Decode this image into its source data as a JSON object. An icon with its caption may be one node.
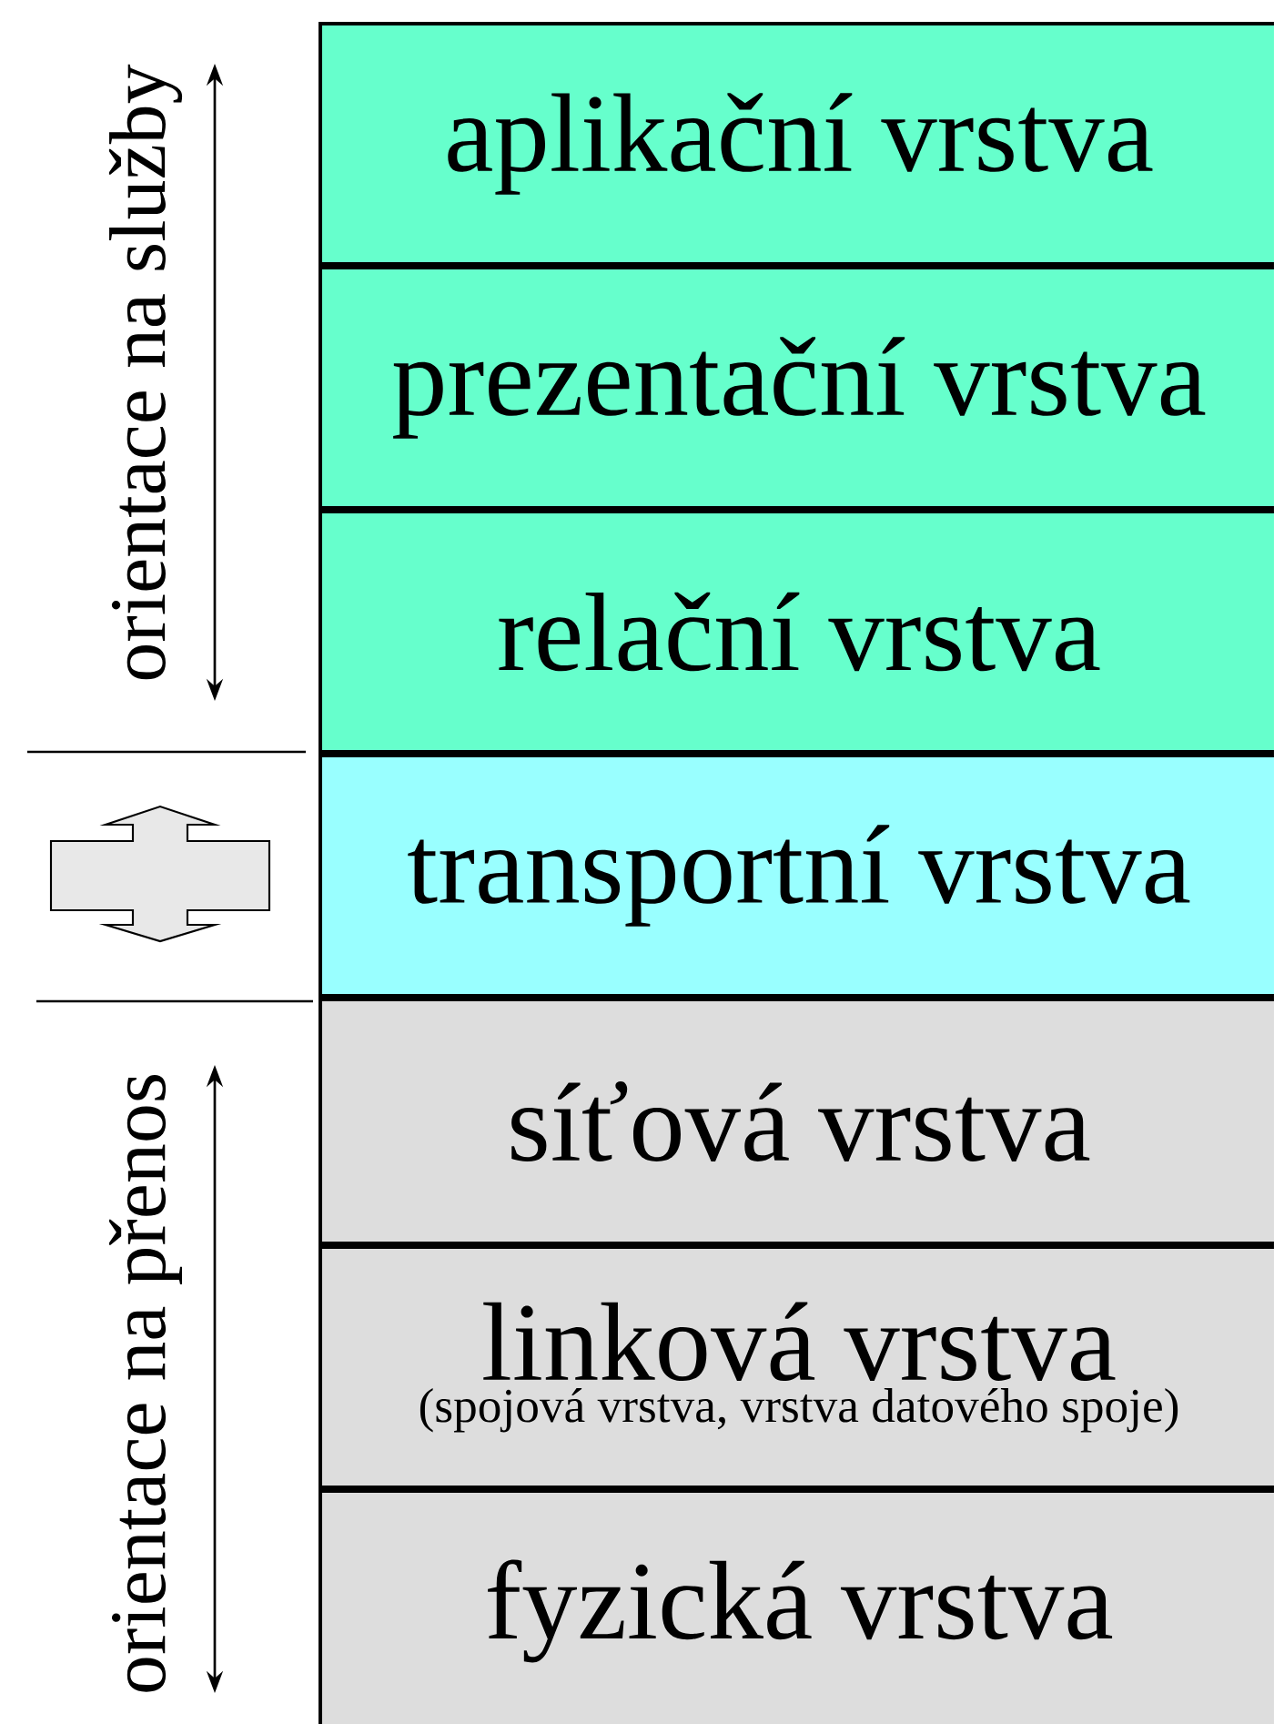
{
  "diagram": {
    "nodes": [
      {
        "text": [
          "aplikační vrstva"
        ]
      },
      {
        "text": [
          "prezentační vrstva"
        ]
      },
      {
        "text": [
          "relační vrstva"
        ]
      },
      {
        "text": [
          "transportní vrstva"
        ]
      },
      {
        "text": [
          "síťová vrstva"
        ]
      },
      {
        "text": [
          "linková vrstva",
          "(spojová vrstva, vrstva datového spoje)"
        ]
      },
      {
        "text": [
          "fyzická vrstva"
        ]
      }
    ],
    "labels": [
      "orientace na služby",
      "orientace na přenos"
    ]
  }
}
